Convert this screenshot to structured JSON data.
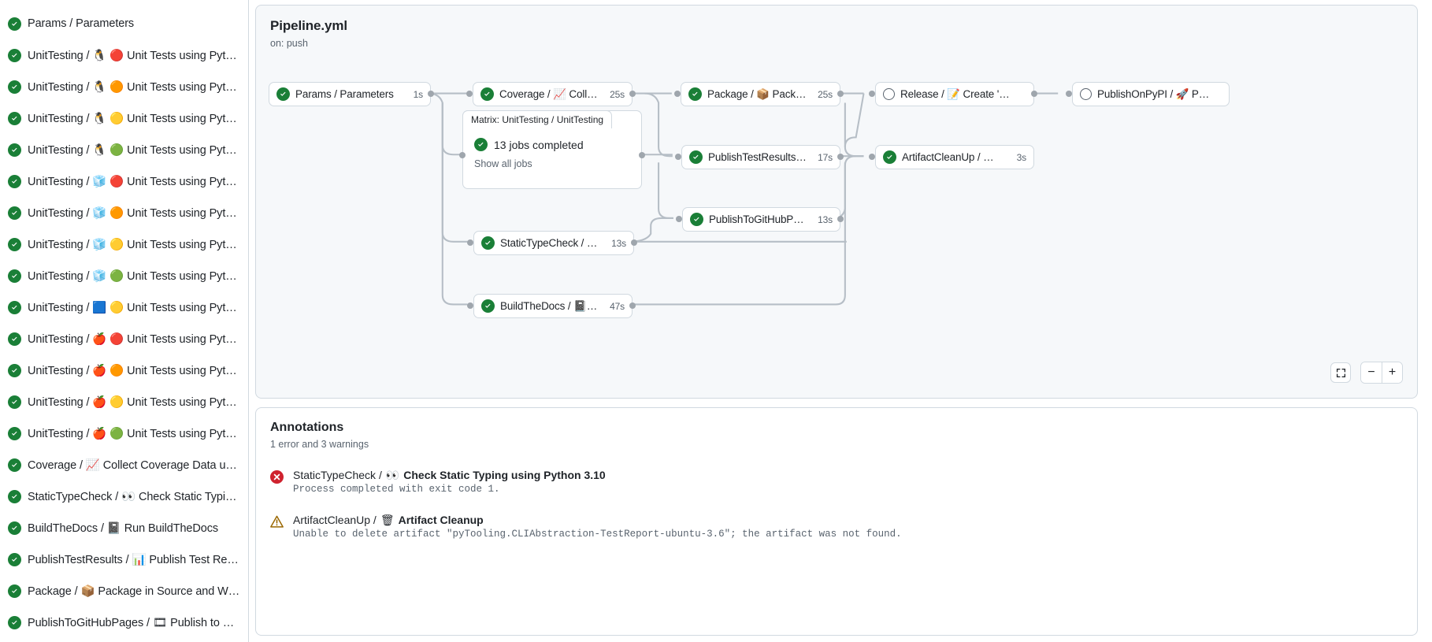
{
  "sidebar": {
    "items": [
      {
        "status": "success",
        "label": "Params / Parameters",
        "icons": []
      },
      {
        "status": "success",
        "label": "UnitTesting /  🐧  🔴  Unit Tests using Pyth…",
        "icons": [
          "penguin",
          "red-circle"
        ]
      },
      {
        "status": "success",
        "label": "UnitTesting /  🐧  🟠  Unit Tests using Pyth…",
        "icons": [
          "penguin",
          "orange-circle"
        ]
      },
      {
        "status": "success",
        "label": "UnitTesting /  🐧  🟡  Unit Tests using Pyth…",
        "icons": [
          "penguin",
          "yellow-circle"
        ]
      },
      {
        "status": "success",
        "label": "UnitTesting /  🐧  🟢  Unit Tests using Pyth…",
        "icons": [
          "penguin",
          "green-circle"
        ]
      },
      {
        "status": "success",
        "label": "UnitTesting /  🧊  🔴  Unit Tests using Pyth…",
        "icons": [
          "ice-cube",
          "red-circle"
        ]
      },
      {
        "status": "success",
        "label": "UnitTesting /  🧊  🟠  Unit Tests using Pyth…",
        "icons": [
          "ice-cube",
          "orange-circle"
        ]
      },
      {
        "status": "success",
        "label": "UnitTesting /  🧊  🟡  Unit Tests using Pyth…",
        "icons": [
          "ice-cube",
          "yellow-circle"
        ]
      },
      {
        "status": "success",
        "label": "UnitTesting /  🧊  🟢  Unit Tests using Pyth…",
        "icons": [
          "ice-cube",
          "green-circle"
        ]
      },
      {
        "status": "success",
        "label": "UnitTesting /  🟦  🟡  Unit Tests using Pyth…",
        "icons": [
          "blue-square",
          "yellow-circle"
        ]
      },
      {
        "status": "success",
        "label": "UnitTesting /  🍎  🔴  Unit Tests using Pyth…",
        "icons": [
          "apple",
          "red-circle"
        ]
      },
      {
        "status": "success",
        "label": "UnitTesting /  🍎  🟠  Unit Tests using Pyth…",
        "icons": [
          "apple",
          "orange-circle"
        ]
      },
      {
        "status": "success",
        "label": "UnitTesting /  🍎  🟡  Unit Tests using Pyth…",
        "icons": [
          "apple",
          "yellow-circle"
        ]
      },
      {
        "status": "success",
        "label": "UnitTesting /  🍎  🟢  Unit Tests using Pyth…",
        "icons": [
          "apple",
          "green-circle"
        ]
      },
      {
        "status": "success",
        "label": "Coverage /  📈  Collect Coverage Data usi…",
        "icons": [
          "chart"
        ]
      },
      {
        "status": "success",
        "label": "StaticTypeCheck /  👀  Check Static Typing…",
        "icons": [
          "eyes"
        ]
      },
      {
        "status": "success",
        "label": "BuildTheDocs /  📓  Run BuildTheDocs",
        "icons": [
          "notebook"
        ]
      },
      {
        "status": "success",
        "label": "PublishTestResults /  📊  Publish Test Resu…",
        "icons": [
          "bar-chart"
        ]
      },
      {
        "status": "success",
        "label": "Package /  📦  Package in Source and Wh…",
        "icons": [
          "package"
        ]
      },
      {
        "status": "success",
        "label": "PublishToGitHubPages /  🎞  Publish to G…",
        "icons": [
          "pages"
        ]
      }
    ]
  },
  "graph": {
    "title": "Pipeline.yml",
    "subtitle": "on: push",
    "nodes": [
      {
        "id": "params",
        "status": "success",
        "label": "Params / Parameters",
        "duration": "1s"
      },
      {
        "id": "coverage",
        "status": "success",
        "label": "Coverage / 📈 Collect Cove…",
        "duration": "25s"
      },
      {
        "id": "package",
        "status": "success",
        "label": "Package / 📦 Package in So…",
        "duration": "25s"
      },
      {
        "id": "release",
        "status": "pending",
        "label": "Release / 📝 Create 'Release P…",
        "duration": ""
      },
      {
        "id": "pypi",
        "status": "pending",
        "label": "PublishOnPyPI / 🚀 Publish to …",
        "duration": ""
      },
      {
        "id": "testresults",
        "status": "success",
        "label": "PublishTestResults / 📊 Pu…",
        "duration": "17s"
      },
      {
        "id": "artifact",
        "status": "success",
        "label": "ArtifactCleanUp / 🗑 Artifac…",
        "duration": "3s"
      },
      {
        "id": "ghpages",
        "status": "success",
        "label": "PublishToGitHubPages / 🎞 …",
        "duration": "13s"
      },
      {
        "id": "statictype",
        "status": "success",
        "label": "StaticTypeCheck / 👀 Chec…",
        "duration": "13s"
      },
      {
        "id": "builddocs",
        "status": "success",
        "label": "BuildTheDocs / 📓 Run Buil…",
        "duration": "47s"
      }
    ],
    "matrix": {
      "tab_label": "Matrix: UnitTesting / UnitTesting",
      "status": "success",
      "summary": "13 jobs completed",
      "show_all": "Show all jobs"
    },
    "controls": {
      "fit_label": "fit-screen-icon",
      "zoom_out_label": "−",
      "zoom_in_label": "+"
    }
  },
  "annotations": {
    "title": "Annotations",
    "subtitle": "1 error and 3 warnings",
    "items": [
      {
        "severity": "error",
        "job": "StaticTypeCheck / ",
        "emoji": "👀",
        "name": "Check Static Typing using Python 3.10",
        "message": "Process completed with exit code 1."
      },
      {
        "severity": "warning",
        "job": "ArtifactCleanUp / ",
        "emoji": "🗑",
        "name": "Artifact Cleanup",
        "message": "Unable to delete artifact \"pyTooling.CLIAbstraction-TestReport-ubuntu-3.6\"; the artifact was not found."
      }
    ]
  },
  "colors": {
    "success": "#1a7f37",
    "error": "#cf222e",
    "warning": "#9a6700",
    "accent": "#0969da",
    "border": "#d1d9e0",
    "muted": "#59636e",
    "canvas": "#f6f8fa"
  }
}
